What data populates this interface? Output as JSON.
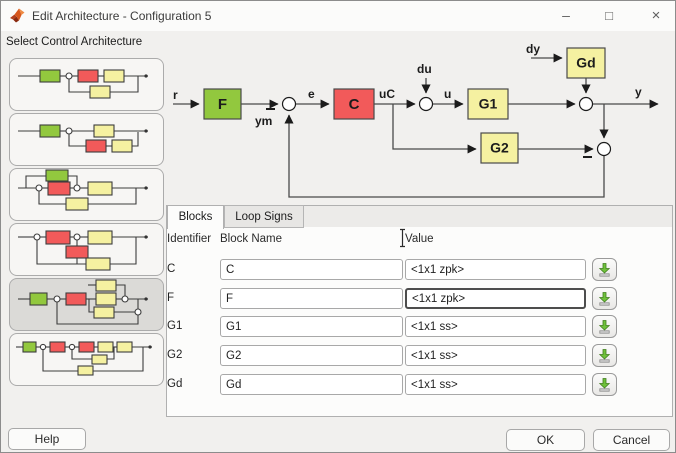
{
  "window": {
    "title": "Edit Architecture - Configuration 5",
    "icons": {
      "app": "matlab-logo",
      "minimize": "–",
      "maximize": "□",
      "close": "×"
    }
  },
  "sidebar": {
    "label": "Select Control Architecture",
    "options": [
      {
        "id": "configuration-1",
        "selected": false
      },
      {
        "id": "configuration-2",
        "selected": false
      },
      {
        "id": "configuration-3",
        "selected": false
      },
      {
        "id": "configuration-4",
        "selected": false
      },
      {
        "id": "configuration-5",
        "selected": true
      },
      {
        "id": "configuration-6",
        "selected": false
      }
    ]
  },
  "diagram": {
    "blocks": {
      "F": "F",
      "C": "C",
      "G1": "G1",
      "G2": "G2",
      "Gd": "Gd"
    },
    "signals": {
      "r": "r",
      "e": "e",
      "ym": "ym",
      "uC": "uC",
      "du": "du",
      "u": "u",
      "dy": "dy",
      "y": "y"
    },
    "feedback_signs": {
      "sum_after_F": "-",
      "sum_before_feedback": "-"
    },
    "colors": {
      "prefilter_green": "#92C83E",
      "controller_red": "#F25A5A",
      "plant_yellow": "#F5F1A1"
    }
  },
  "tabs": [
    {
      "label": "Blocks",
      "active": true
    },
    {
      "label": "Loop Signs",
      "active": false
    }
  ],
  "blocks_table": {
    "headers": {
      "identifier": "Identifier",
      "block_name": "Block Name",
      "value": "Value"
    },
    "row_action_icon": "import-arrow-down-into-tray",
    "rows": [
      {
        "identifier": "C",
        "block_name": "C",
        "value": "<1x1 zpk>",
        "focused": false
      },
      {
        "identifier": "F",
        "block_name": "F",
        "value": "<1x1 zpk>",
        "focused": true
      },
      {
        "identifier": "G1",
        "block_name": "G1",
        "value": "<1x1 ss>",
        "focused": false
      },
      {
        "identifier": "G2",
        "block_name": "G2",
        "value": "<1x1 ss>",
        "focused": false
      },
      {
        "identifier": "Gd",
        "block_name": "Gd",
        "value": "<1x1 ss>",
        "focused": false
      }
    ]
  },
  "footer": {
    "help": "Help",
    "ok": "OK",
    "cancel": "Cancel"
  }
}
